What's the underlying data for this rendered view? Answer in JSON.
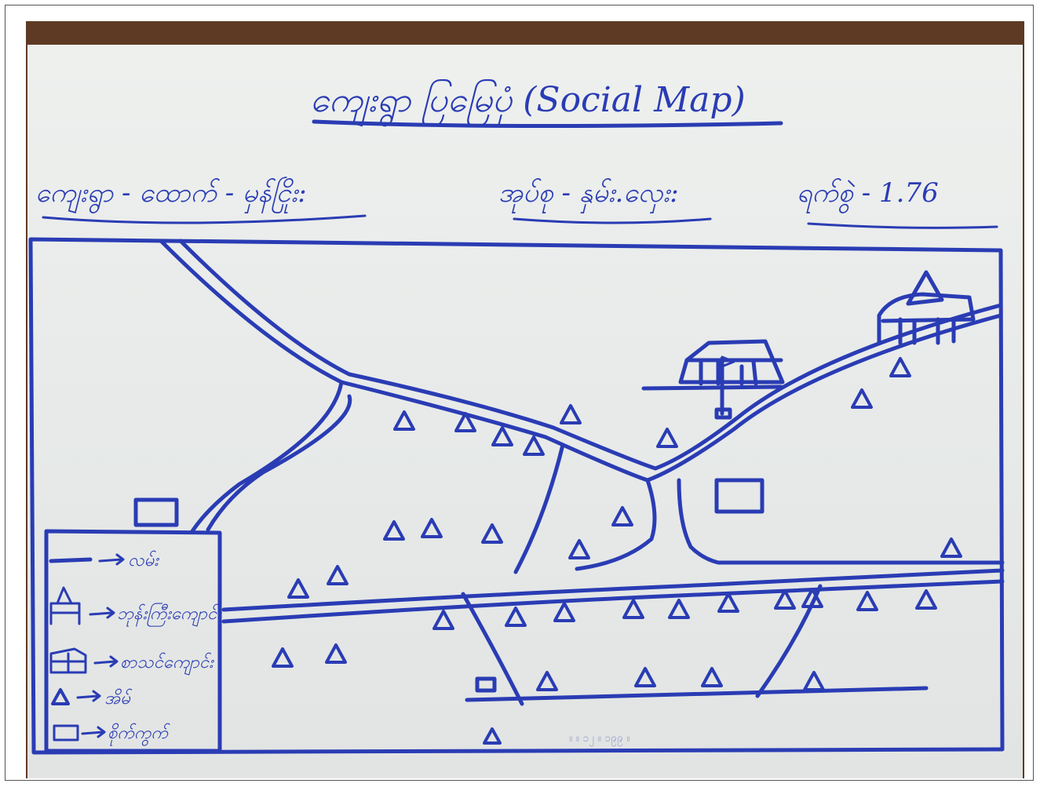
{
  "map": {
    "title": "ကျေးရွာ ပြမြေပုံ (Social Map)",
    "village_label": "ကျေးရွာ - ထောက် - မှန်ငြိုး:",
    "township_label": "အုပ်စု - နှမ်း.လှေး:",
    "date_label": "ရက်စွဲ - 1.76",
    "bottom_note": "။ ။ ၁၂ ။ ၁၉၉ ။",
    "legend": [
      {
        "icon": "road-line-icon",
        "label": "လမ်း"
      },
      {
        "icon": "monastery-icon",
        "label": "ဘုန်းကြီးကျောင်း"
      },
      {
        "icon": "school-icon",
        "label": "စာသင်ကျောင်း"
      },
      {
        "icon": "house-icon",
        "label": "အိမ်"
      },
      {
        "icon": "farm-icon",
        "label": "စိုက်ကွက်"
      }
    ]
  },
  "colors": {
    "ink": "#2a3cb4",
    "paper": "#e8eae9",
    "table": "#5e3a24"
  }
}
